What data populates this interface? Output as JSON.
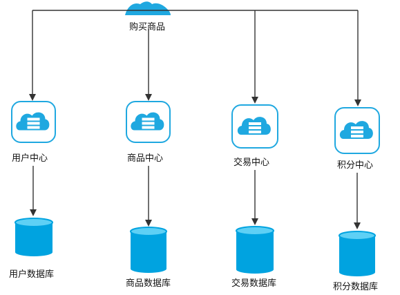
{
  "source": {
    "label": "购买商品"
  },
  "services": [
    {
      "label": "用户中心",
      "db_label": "用户数据库"
    },
    {
      "label": "商品中心",
      "db_label": "商品数据库"
    },
    {
      "label": "交易中心",
      "db_label": "交易数据库"
    },
    {
      "label": "积分中心",
      "db_label": "积分数据库"
    }
  ],
  "colors": {
    "accent": "#1fa8e0",
    "cloud": "#1fa8e0",
    "db_body": "#00a3e0",
    "db_top": "#5ed0f5",
    "edge": "#333333",
    "server_stack": "#ffffff"
  },
  "icons": {
    "source": "cloud-shape-icon",
    "service": "cloud-server-icon",
    "database": "database-cylinder-icon"
  }
}
